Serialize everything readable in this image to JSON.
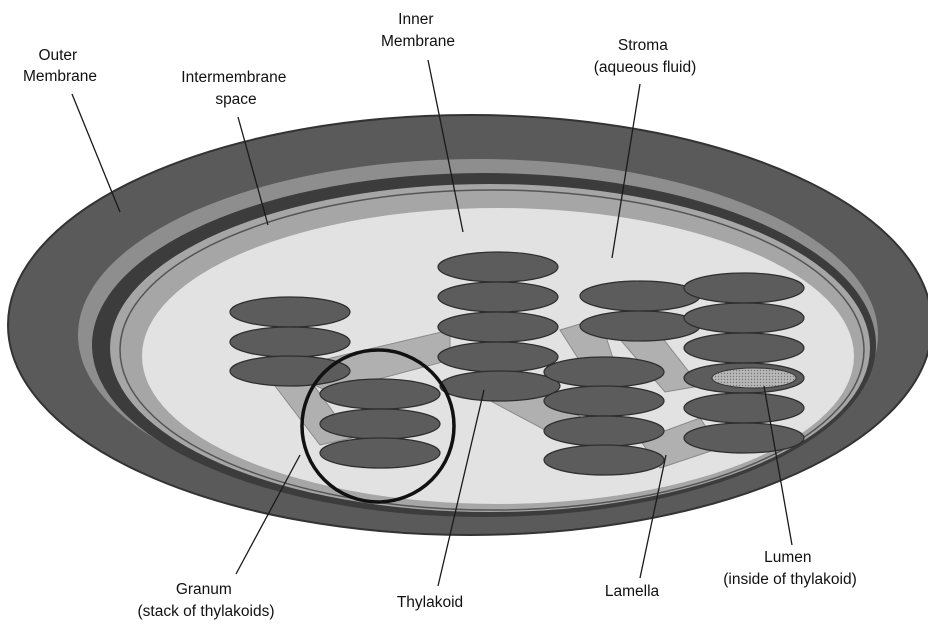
{
  "labels": {
    "outer_membrane": [
      "Outer",
      "Membrane"
    ],
    "intermembrane_space": [
      "Intermembrane",
      "space"
    ],
    "inner_membrane": [
      "Inner",
      "Membrane"
    ],
    "stroma": [
      "Stroma",
      "(aqueous fluid)"
    ],
    "granum": [
      "Granum",
      "(stack of thylakoids)"
    ],
    "thylakoid": [
      "Thylakoid"
    ],
    "lamella": [
      "Lamella"
    ],
    "lumen": [
      "Lumen",
      "(inside of thylakoid)"
    ]
  },
  "colors": {
    "outer_membrane": "#5a5a5a",
    "intermembrane_space": "#8e8e8e",
    "inner_membrane_band": "#3c3c3c",
    "stroma": "#e2e2e2",
    "thylakoid_disc": "#5c5c5c",
    "lamella": "#b0b0b0",
    "lumen": "#b4b4b4"
  }
}
